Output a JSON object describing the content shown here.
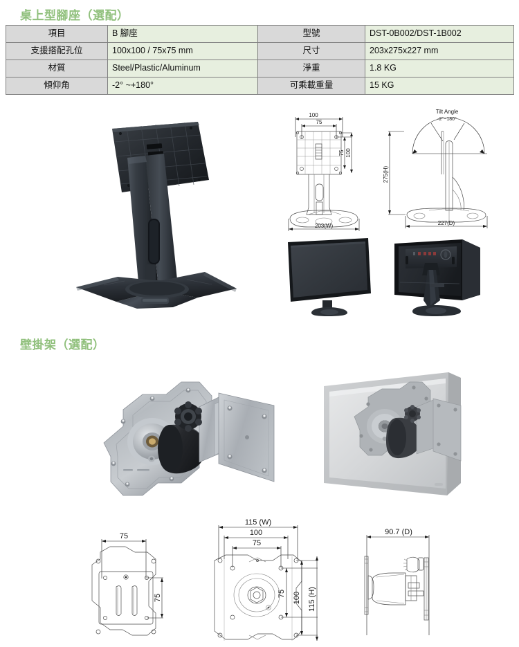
{
  "document": {
    "sections": [
      {
        "id": "stand",
        "title": "桌上型腳座（選配）"
      },
      {
        "id": "wall",
        "title": "壁掛架（選配）"
      }
    ],
    "heading_color": "#90c07c"
  },
  "spec_table": {
    "label_bg": "#d9d9d9",
    "value_bg": "#e7efdf",
    "border_color": "#808080",
    "rows": [
      {
        "label_left": "項目",
        "value_left": "B 腳座",
        "label_right": "型號",
        "value_right": "DST-0B002/DST-1B002"
      },
      {
        "label_left": "支援搭配孔位",
        "value_left": "100x100 / 75x75 mm",
        "label_right": "尺寸",
        "value_right": "203x275x227 mm"
      },
      {
        "label_left": "材質",
        "value_left": "Steel/Plastic/Aluminum",
        "label_right": "淨重",
        "value_right": "1.8 KG"
      },
      {
        "label_left": "傾仰角",
        "value_left": "-2°  ~+180°",
        "label_right": "可乘載重量",
        "value_right": "15 KG"
      }
    ]
  },
  "stand_drawings": {
    "front_view": {
      "name": "stand-front-view",
      "dim_top_outer": "100",
      "dim_top_inner": "75",
      "dim_right_inner": "75",
      "dim_right_outer": "100",
      "dim_bottom": "203(W)"
    },
    "side_view": {
      "name": "stand-side-view",
      "tilt_label": "Tilt Angle",
      "tilt_value": "-2°~180°",
      "dim_height": "275(H)",
      "dim_depth": "227(D)"
    }
  },
  "stand_photos": [
    {
      "name": "stand-hero-photo",
      "alt": "B 腳座 桌上型腳座 斜視圖"
    },
    {
      "name": "monitor-front-photo",
      "alt": "顯示器正面"
    },
    {
      "name": "monitor-back-photo",
      "alt": "顯示器背面含腳座"
    }
  ],
  "wall_photos": [
    {
      "name": "wall-mount-photo",
      "alt": "壁掛架 斜視圖"
    },
    {
      "name": "wall-mount-monitor-photo",
      "alt": "壁掛架裝於顯示器背面"
    }
  ],
  "wall_drawings": {
    "rear_plate": {
      "name": "wall-mount-rear-plate-drawing",
      "dim_top": "75",
      "dim_right": "75"
    },
    "front_plate": {
      "name": "wall-mount-front-plate-drawing",
      "dim_w_outer": "115 (W)",
      "dim_w_mid": "100",
      "dim_w_inner": "75",
      "dim_h_inner": "75",
      "dim_h_mid": "100",
      "dim_h_outer": "115 (H)"
    },
    "side_plate": {
      "name": "wall-mount-side-drawing",
      "dim_depth": "90.7 (D)"
    }
  }
}
